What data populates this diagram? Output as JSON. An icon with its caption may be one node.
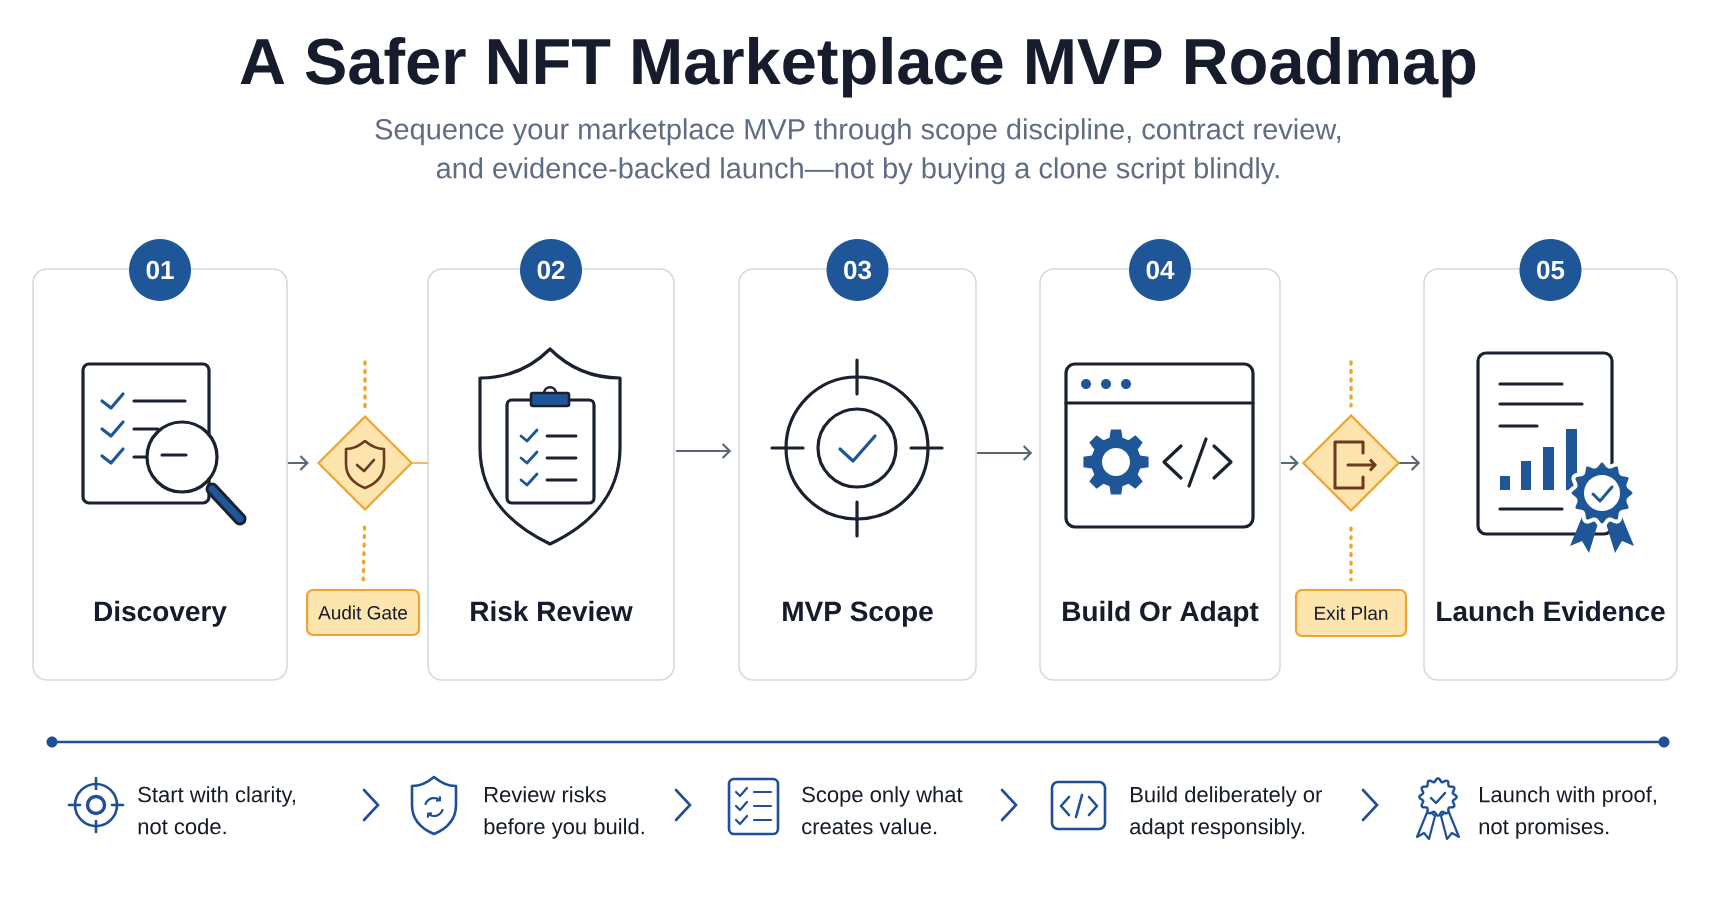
{
  "diagram": {
    "title": "A Safer NFT Marketplace MVP Roadmap",
    "nodes": [
      {
        "text": [
          "01",
          "Discovery"
        ]
      },
      {
        "text": [],
        "shape": "diamond"
      },
      {
        "text": [
          "Audit Gate"
        ]
      },
      {
        "text": [
          "02",
          "Risk Review"
        ]
      },
      {
        "text": [
          "03",
          "MVP Scope"
        ]
      },
      {
        "text": [
          "04",
          "Build Or Adapt"
        ]
      },
      {
        "text": [],
        "shape": "diamond"
      },
      {
        "text": [
          "Exit Plan"
        ]
      },
      {
        "text": [
          "05",
          "Launch Evidence"
        ]
      }
    ],
    "edges": [
      {
        "from": 0,
        "to": 1,
        "arrow": "to"
      },
      {
        "from": 1,
        "to": 3,
        "arrow": "none",
        "color": "#f0a430"
      },
      {
        "from": 3,
        "to": 4,
        "arrow": "to"
      },
      {
        "from": 4,
        "to": 5,
        "arrow": "to"
      },
      {
        "from": 5,
        "to": 6,
        "arrow": "to"
      },
      {
        "from": 6,
        "to": 8,
        "arrow": "to"
      },
      {
        "from": null,
        "to": 1,
        "arrow": "none",
        "style": "dashed",
        "color": "#f0a430"
      },
      {
        "from": 1,
        "to": 2,
        "arrow": "none",
        "style": "dashed",
        "color": "#f0a430"
      },
      {
        "from": null,
        "to": 6,
        "arrow": "none",
        "style": "dashed",
        "color": "#f0a430"
      },
      {
        "from": 6,
        "to": 7,
        "arrow": "none",
        "style": "dashed",
        "color": "#f0a430"
      }
    ],
    "labels": [
      "Sequence your marketplace MVP through scope discipline, contract review, and evidence-backed launch—not by buying a clone script blindly.",
      "Start with clarity, not code.",
      "Review risks before you build.",
      "Scope only what creates value.",
      "Build deliberately or adapt responsibly.",
      "Launch with proof, not promises."
    ]
  }
}
